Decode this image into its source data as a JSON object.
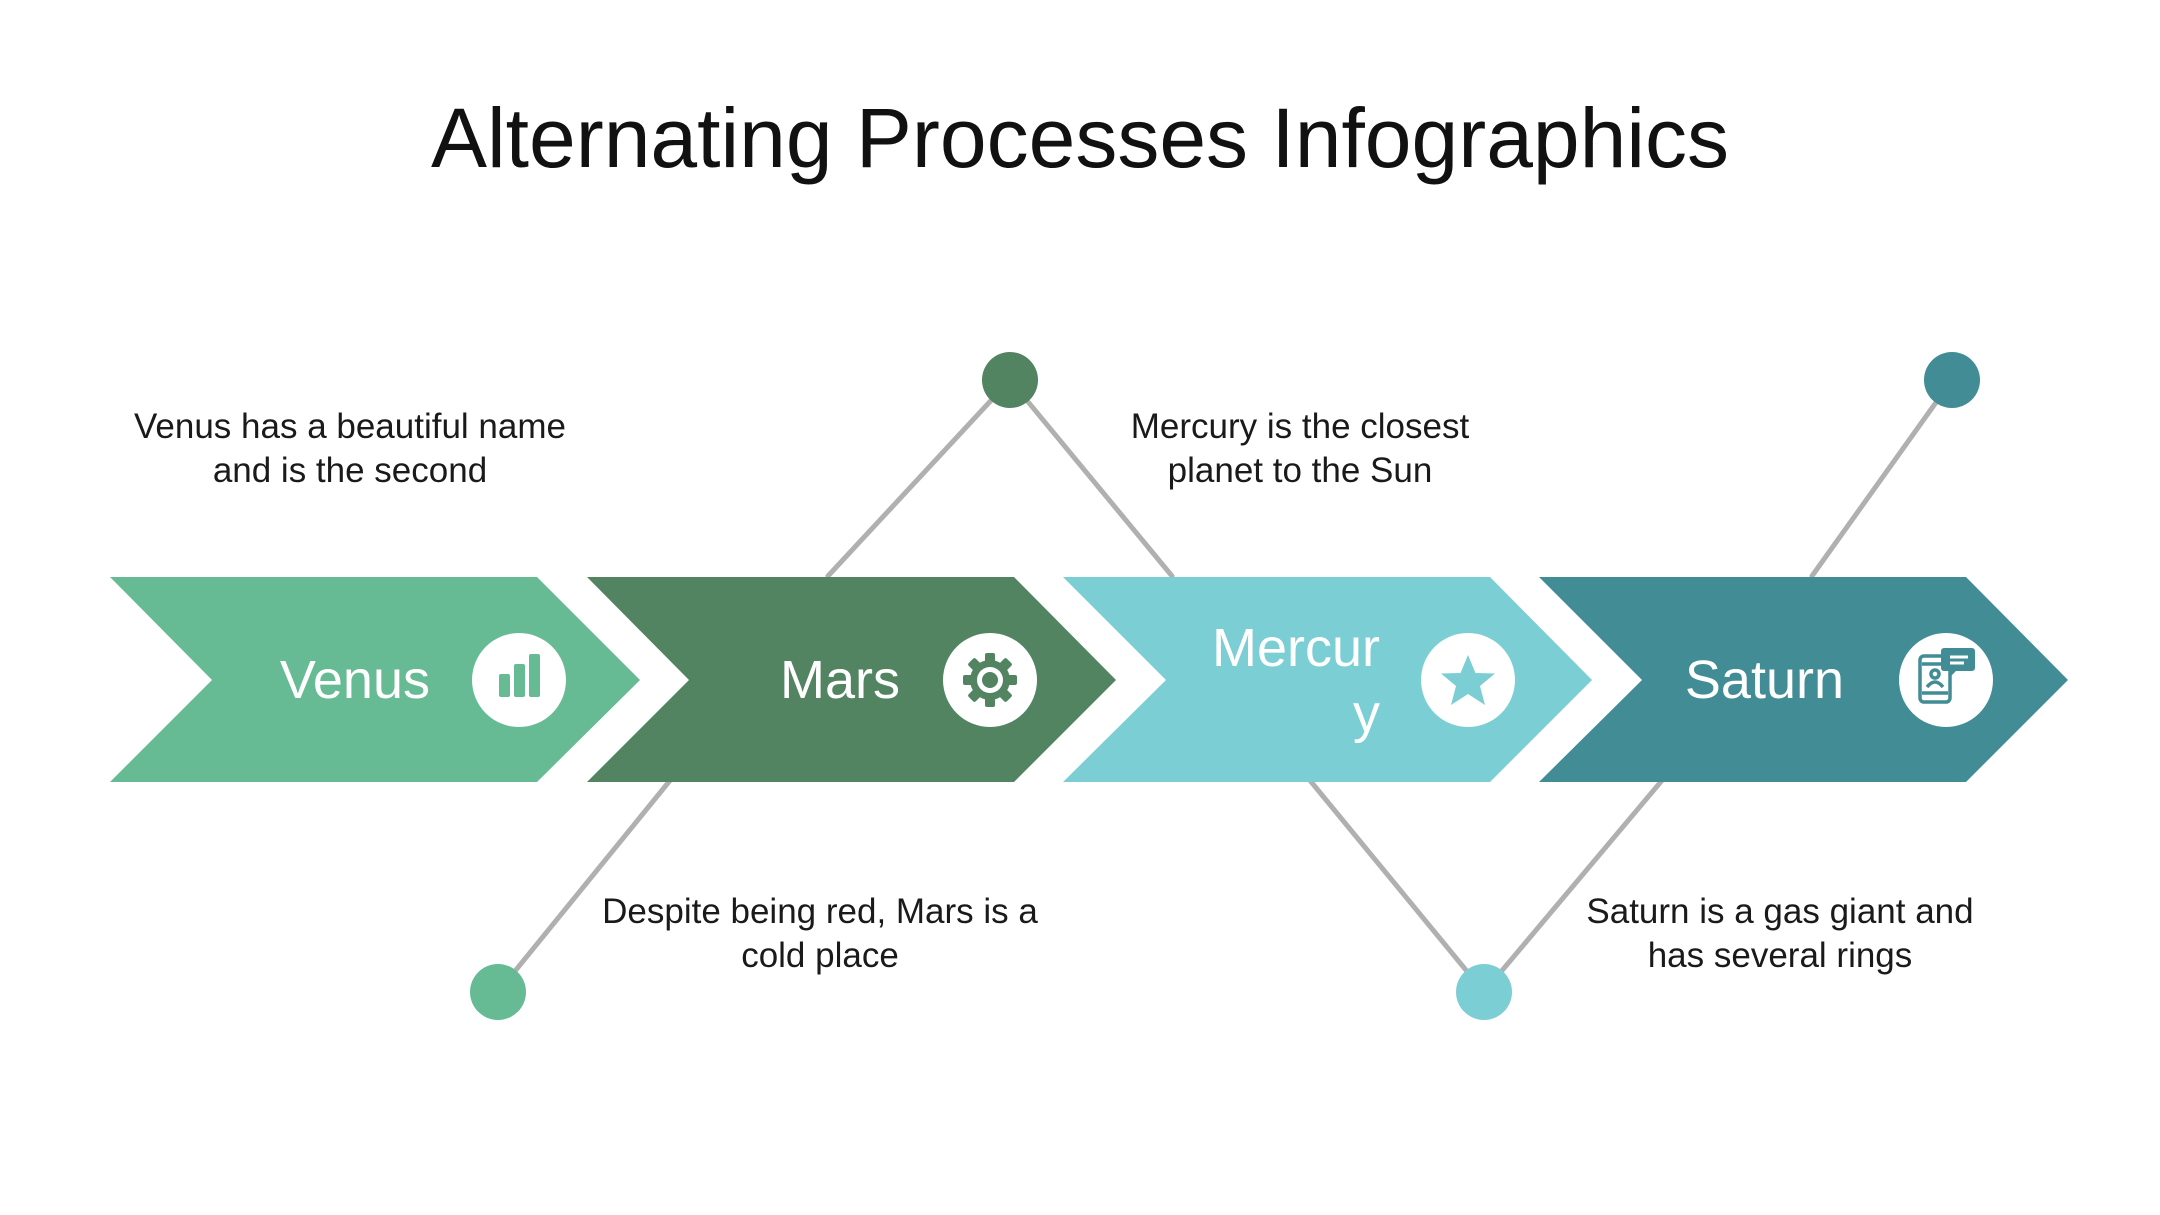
{
  "title": "Alternating Processes Infographics",
  "colors": {
    "venus": "#66bb95",
    "mars": "#528462",
    "mercury": "#7bcfd4",
    "saturn": "#418c95",
    "connector": "#b0b0b0"
  },
  "steps": [
    {
      "label": "Venus",
      "icon": "bar-chart-icon",
      "color": "#66bb95",
      "description": "Venus has a beautiful name and is the second",
      "position": "top"
    },
    {
      "label": "Mars",
      "icon": "gear-icon",
      "color": "#528462",
      "description": "Despite being red, Mars is a cold place",
      "position": "bottom"
    },
    {
      "label": "Mercury",
      "label_line1": "Mercur",
      "label_line2": "y",
      "icon": "star-icon",
      "color": "#7bcfd4",
      "description": "Mercury is the closest planet to the Sun",
      "position": "top"
    },
    {
      "label": "Saturn",
      "icon": "mobile-chat-icon",
      "color": "#418c95",
      "description": "Saturn is a gas giant and has several rings",
      "position": "bottom"
    }
  ]
}
